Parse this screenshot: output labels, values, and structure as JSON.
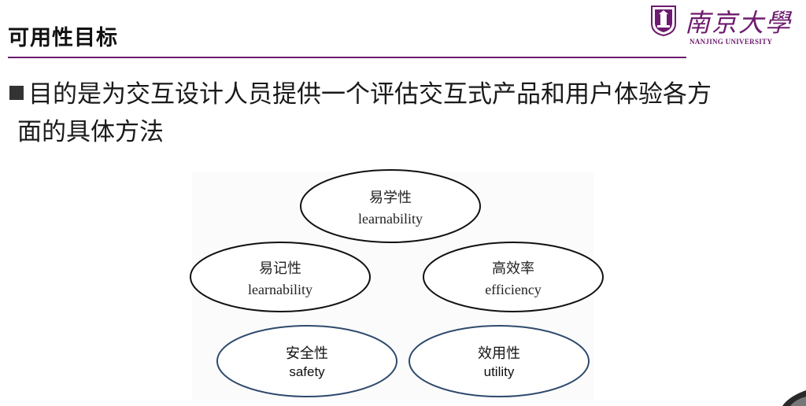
{
  "header": {
    "title": "可用性目标",
    "logo": {
      "chinese": "南京大學",
      "english": "NANJING UNIVERSITY"
    },
    "accent_color": "#6d1b6e"
  },
  "bullet": {
    "line1": "目的是为交互设计人员提供一个评估交互式产品和用户体验各方",
    "line2": "面的具体方法"
  },
  "diagram": {
    "nodes": [
      {
        "zh": "易学性",
        "en": "learnability"
      },
      {
        "zh": "易记性",
        "en": "learnability"
      },
      {
        "zh": "高效率",
        "en": "efficiency"
      },
      {
        "zh": "安全性",
        "en": "safety"
      },
      {
        "zh": "效用性",
        "en": "utility"
      }
    ]
  }
}
